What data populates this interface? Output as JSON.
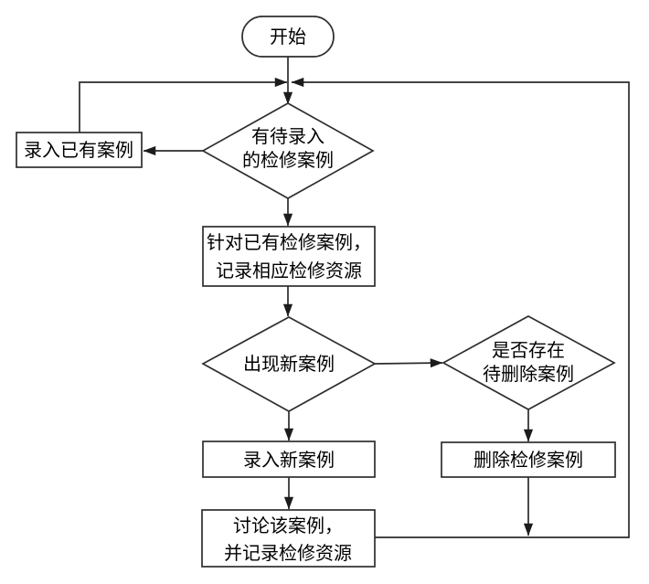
{
  "diagram": {
    "type": "flowchart",
    "background_color": "#ffffff",
    "line_color": "#2b2b2b",
    "text_color": "#000000",
    "nodes": {
      "start": {
        "type": "terminator",
        "label": "开始"
      },
      "d_pending": {
        "type": "decision",
        "line1": "有待录入",
        "line2": "的检修案例"
      },
      "r_enter_existing": {
        "type": "process",
        "label": "录入已有案例"
      },
      "r_record": {
        "type": "process",
        "line1": "针对已有检修案例，",
        "line2": "记录相应检修资源"
      },
      "d_new_case": {
        "type": "decision",
        "label": "出现新案例"
      },
      "d_to_delete": {
        "type": "decision",
        "line1": "是否存在",
        "line2": "待删除案例"
      },
      "r_enter_new": {
        "type": "process",
        "label": "录入新案例"
      },
      "r_delete": {
        "type": "process",
        "label": "删除检修案例"
      },
      "r_discuss": {
        "type": "process",
        "line1": "讨论该案例，",
        "line2": "并记录检修资源"
      }
    },
    "edges": [
      "start -> d_pending",
      "d_pending -> r_enter_existing",
      "r_enter_existing -> d_pending (loop via top-left)",
      "d_pending -> r_record",
      "r_record -> d_new_case",
      "d_new_case -> d_to_delete",
      "d_new_case -> r_enter_new",
      "d_to_delete -> r_delete",
      "r_enter_new -> r_discuss",
      "r_delete -> return-line",
      "r_discuss -> d_pending (loop via right side)"
    ]
  }
}
